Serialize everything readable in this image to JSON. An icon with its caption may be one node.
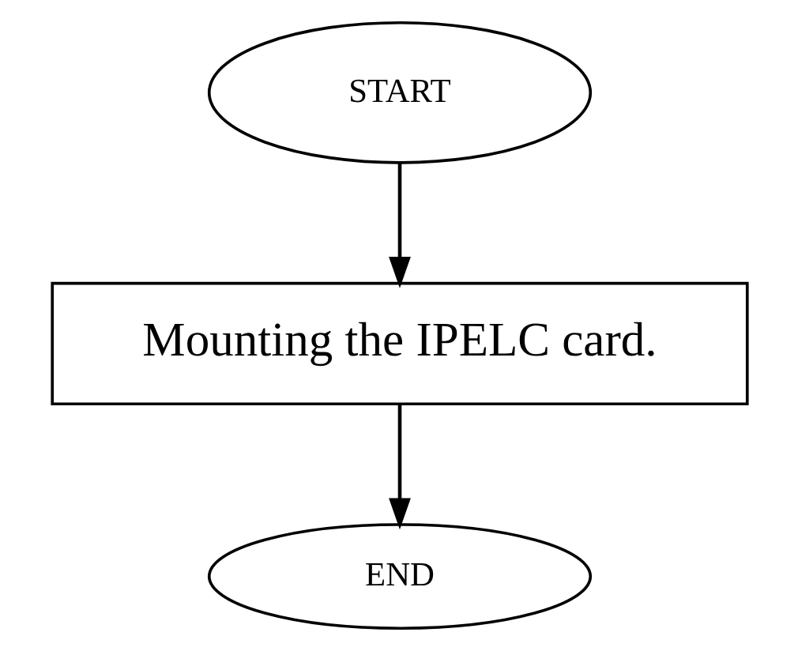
{
  "diagram": {
    "nodes": [
      {
        "text": [
          "START"
        ]
      },
      {
        "text": [
          "Mounting the IPELC card."
        ]
      },
      {
        "text": [
          "END"
        ]
      }
    ],
    "edges": [
      {
        "from": 0,
        "to": 1,
        "arrow": "to"
      },
      {
        "from": 1,
        "to": 2,
        "arrow": "to"
      }
    ]
  }
}
